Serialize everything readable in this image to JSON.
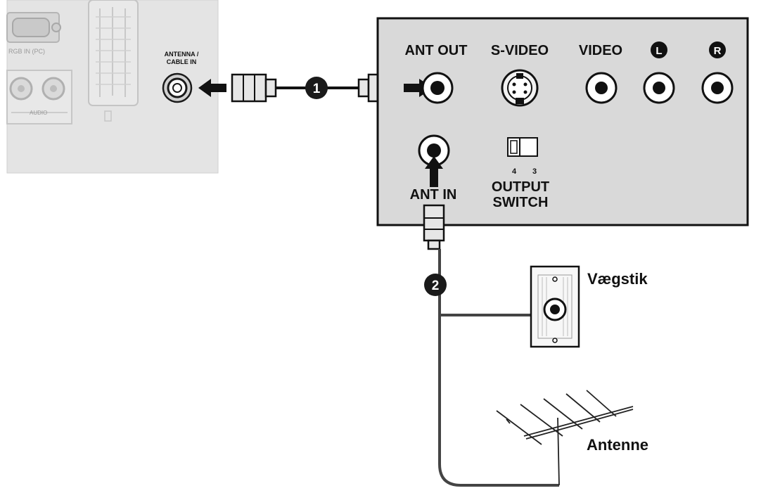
{
  "colors": {
    "panel_fill": "#d9d9d9",
    "tv_panel_fill": "#e6e6e6",
    "line": "#111111",
    "cable": "#333333",
    "badge": "#1a1a1a",
    "wall_plate": "#f7f7f7"
  },
  "tv_panel": {
    "rgb_label": "RGB IN (PC)",
    "audio_label": "AUDIO",
    "antenna_label_line1": "ANTENNA /",
    "antenna_label_line2": "CABLE IN"
  },
  "vcr_panel": {
    "ant_out": "ANT OUT",
    "s_video": "S-VIDEO",
    "video": "VIDEO",
    "audio_left": "L",
    "audio_right": "R",
    "ant_in": "ANT IN",
    "switch_num_4": "4",
    "switch_num_3": "3",
    "output_switch_line1": "OUTPUT",
    "output_switch_line2": "SWITCH"
  },
  "steps": {
    "step1": "1",
    "step2": "2"
  },
  "labels": {
    "wall_socket": "Vægstik",
    "antenna": "Antenne"
  }
}
